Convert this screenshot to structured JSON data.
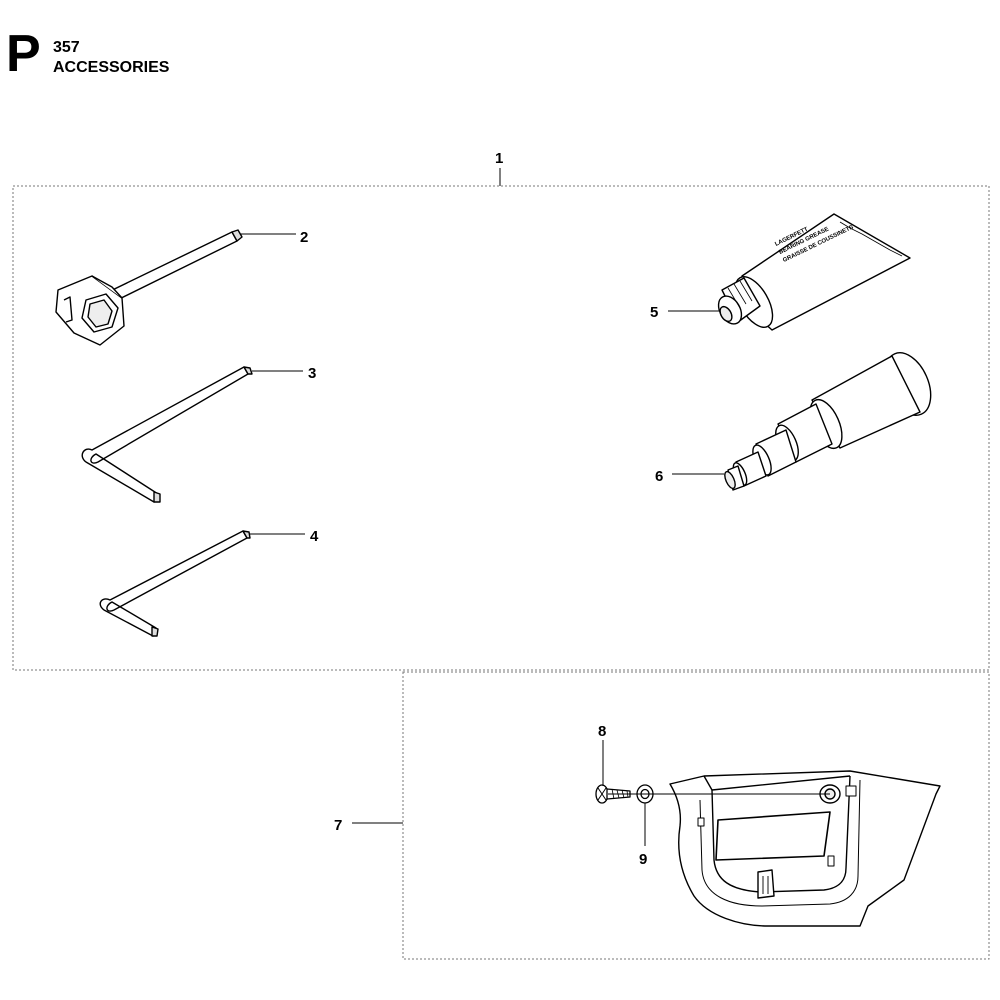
{
  "header": {
    "section_letter": "P",
    "model": "357",
    "title": "ACCESSORIES"
  },
  "callouts": {
    "c1": "1",
    "c2": "2",
    "c3": "3",
    "c4": "4",
    "c5": "5",
    "c6": "6",
    "c7": "7",
    "c8": "8",
    "c9": "9"
  },
  "grease_tube": {
    "line1": "LAGERFETT",
    "line2": "BEARING GREASE",
    "line3": "GRAISSE DE COUSSINETS"
  }
}
